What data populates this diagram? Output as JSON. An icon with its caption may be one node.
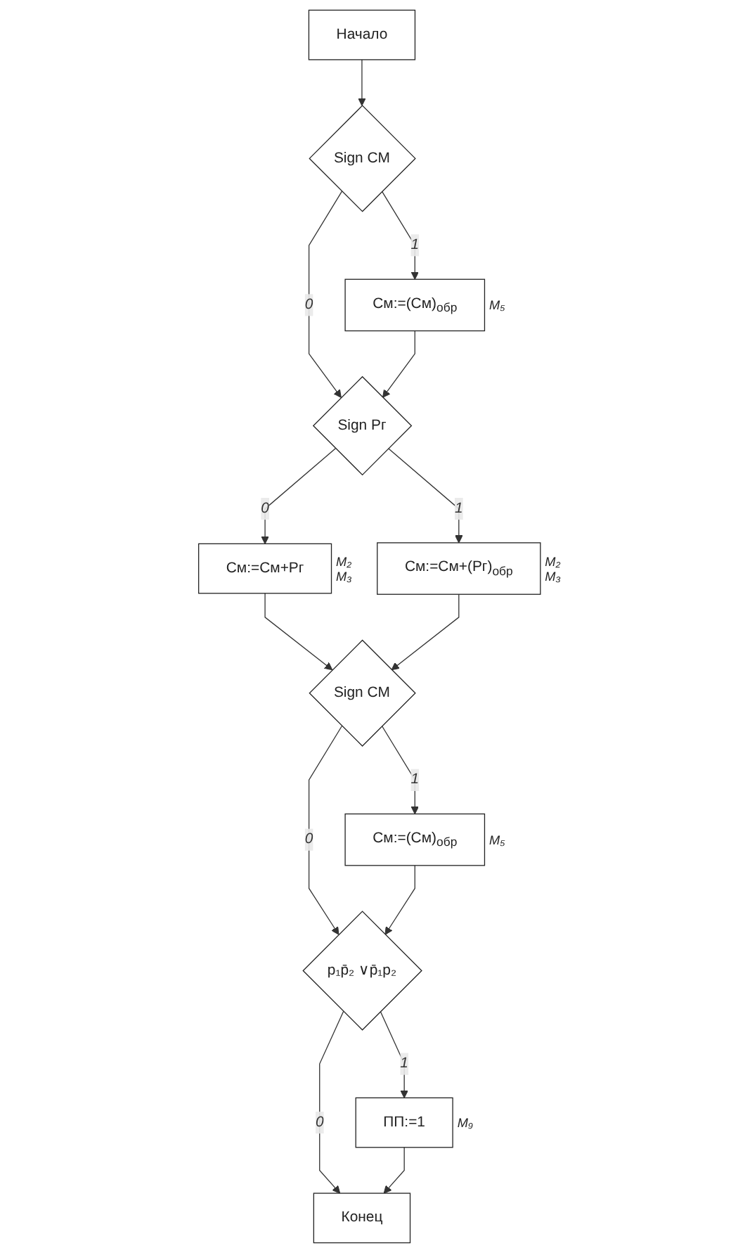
{
  "diagram": {
    "nodes": [
      {
        "text": [
          "Начало"
        ]
      },
      {
        "text": [
          "Sign CM"
        ]
      },
      {
        "text": [
          "См:=(См)$_{обр}$"
        ],
        "beside": [
          "M₅"
        ]
      },
      {
        "text": [
          "Sign Рг"
        ]
      },
      {
        "text": [
          "См:=См+Рг"
        ],
        "beside": [
          "M₂",
          "M₃"
        ]
      },
      {
        "text": [
          "См:=См+(Рг)$_{обр}$"
        ],
        "beside": [
          "M₂",
          "M₃"
        ]
      },
      {
        "text": [
          "Sign CM"
        ]
      },
      {
        "text": [
          "См:=(См)$_{обр}$"
        ],
        "beside": [
          "M₅"
        ]
      },
      {
        "text": [
          "p₁p̄₂ ∨p̄₁p₂"
        ]
      },
      {
        "text": [
          "ПП:=1"
        ],
        "beside": [
          "M₉"
        ]
      },
      {
        "text": [
          "Конец"
        ]
      }
    ],
    "edges": [
      {
        "from": 0,
        "to": 1,
        "arrow": "to"
      },
      {
        "from": 1,
        "to": 2,
        "arrow": "to",
        "label": "1"
      },
      {
        "from": 1,
        "to": 3,
        "arrow": "to",
        "label": "0"
      },
      {
        "from": 2,
        "to": 3,
        "arrow": "to"
      },
      {
        "from": 3,
        "to": 4,
        "arrow": "to",
        "label": "0"
      },
      {
        "from": 3,
        "to": 5,
        "arrow": "to",
        "label": "1"
      },
      {
        "from": 4,
        "to": 6,
        "arrow": "to"
      },
      {
        "from": 5,
        "to": 6,
        "arrow": "to"
      },
      {
        "from": 6,
        "to": 7,
        "arrow": "to",
        "label": "1"
      },
      {
        "from": 6,
        "to": 8,
        "arrow": "to",
        "label": "0"
      },
      {
        "from": 7,
        "to": 8,
        "arrow": "to"
      },
      {
        "from": 8,
        "to": 9,
        "arrow": "to",
        "label": "1"
      },
      {
        "from": 8,
        "to": 10,
        "arrow": "to",
        "label": "0"
      },
      {
        "from": 9,
        "to": 10,
        "arrow": "to"
      }
    ]
  }
}
